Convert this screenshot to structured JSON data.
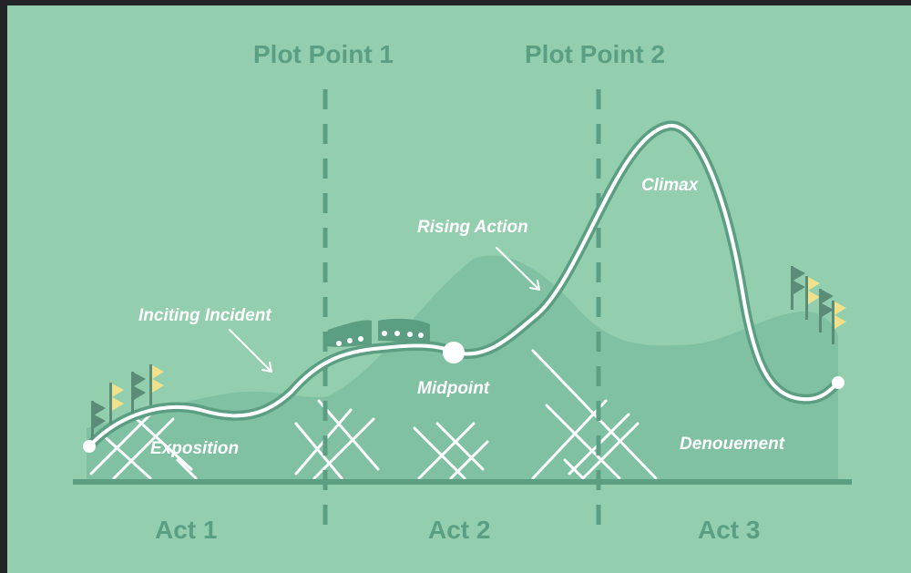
{
  "colors": {
    "background": "#93cfae",
    "frame": "#222427",
    "hill": "#7fc1a2",
    "track_outline": "#5b9e82",
    "track": "#ffffff",
    "flag_yellow": "#f1e18a",
    "flag_dark": "#5a8c78"
  },
  "plot_points": [
    {
      "label": "Plot Point 1"
    },
    {
      "label": "Plot Point 2"
    }
  ],
  "acts": [
    {
      "label": "Act 1"
    },
    {
      "label": "Act 2"
    },
    {
      "label": "Act 3"
    }
  ],
  "beats": {
    "exposition": "Exposition",
    "inciting_incident": "Inciting Incident",
    "midpoint": "Midpoint",
    "rising_action": "Rising Action",
    "climax": "Climax",
    "denouement": "Denouement"
  }
}
